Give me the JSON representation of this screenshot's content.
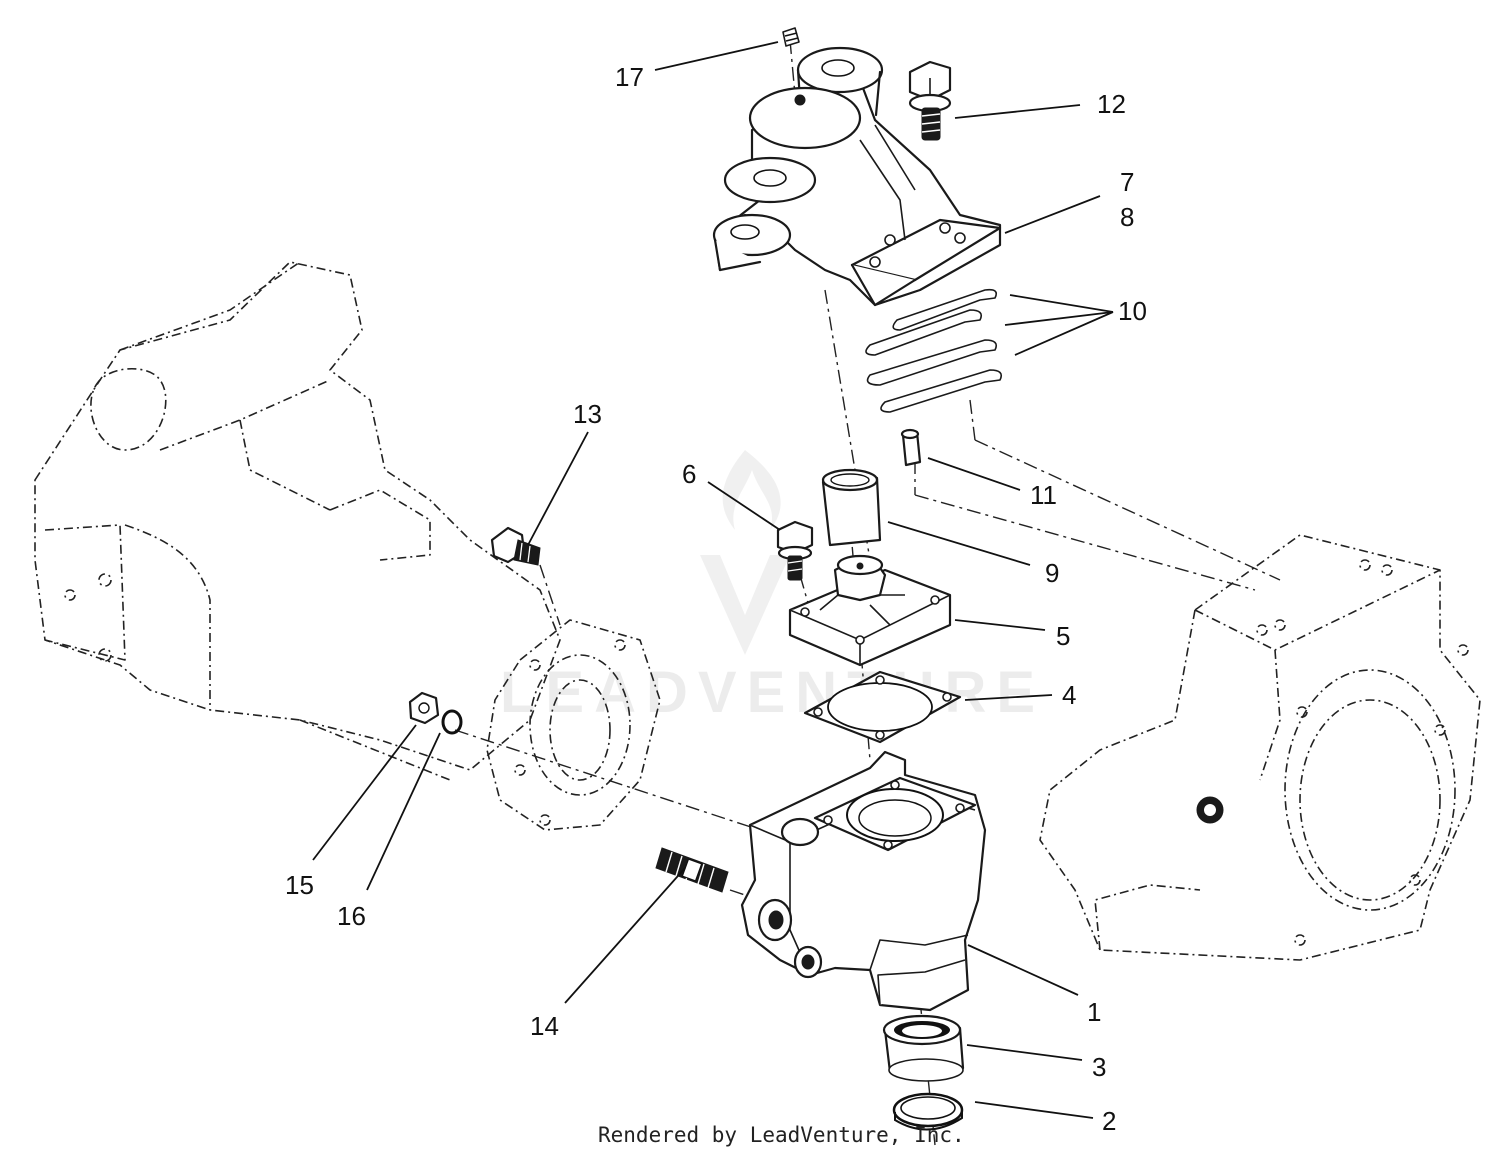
{
  "callouts": [
    {
      "id": "17",
      "label": "17"
    },
    {
      "id": "12",
      "label": "12"
    },
    {
      "id": "7",
      "label": "7"
    },
    {
      "id": "8",
      "label": "8"
    },
    {
      "id": "10",
      "label": "10"
    },
    {
      "id": "13",
      "label": "13"
    },
    {
      "id": "6",
      "label": "6"
    },
    {
      "id": "11",
      "label": "11"
    },
    {
      "id": "9",
      "label": "9"
    },
    {
      "id": "5",
      "label": "5"
    },
    {
      "id": "4",
      "label": "4"
    },
    {
      "id": "15",
      "label": "15"
    },
    {
      "id": "16",
      "label": "16"
    },
    {
      "id": "14",
      "label": "14"
    },
    {
      "id": "1",
      "label": "1"
    },
    {
      "id": "3",
      "label": "3"
    },
    {
      "id": "2",
      "label": "2"
    }
  ],
  "watermark": "LEADVENTURE",
  "credit": "Rendered by LeadVenture, Inc."
}
